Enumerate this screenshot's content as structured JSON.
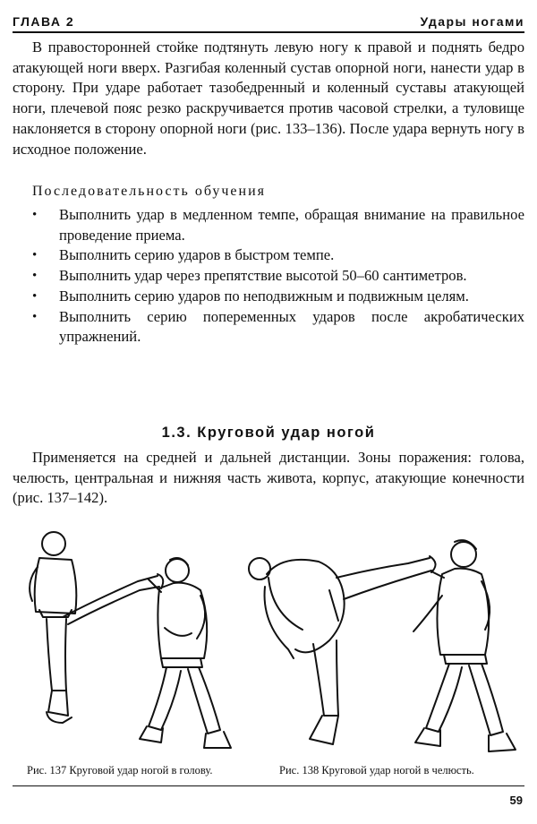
{
  "header": {
    "chapter": "ГЛАВА 2",
    "section": "Удары ногами"
  },
  "paragraphs": [
    "В правосторонней стойке подтянуть левую ногу к правой и поднять бедро атакующей ноги вверх. Разгибая коленный сустав опорной ноги, нанести удар в сторону. При ударе работает тазобедренный и коленный суставы атакующей ноги, плечевой пояс резко раскручивается против часовой стрелки, а туловище наклоняется в сторону опорной ноги (рис. 133–136). После удара вернуть ногу в исходное положение."
  ],
  "subheading": "Последовательность обучения",
  "bullet_symbol": "•",
  "bullets": [
    "Выполнить удар в медленном темпе, обращая внимание на правильное проведение приема.",
    "Выполнить серию ударов в быстром темпе.",
    "Выполнить удар через препятствие высотой 50–60 сантиметров.",
    "Выполнить серию ударов по неподвижным и подвижным целям.",
    "Выполнить серию попеременных ударов после акробатических упражнений."
  ],
  "section_title": "1.3. Круговой удар ногой",
  "section_paragraph": "Применяется на средней и дальней дистанции. Зоны поражения: голова, челюсть, центральная и нижняя часть живота, корпус, атакующие конечности (рис. 137–142).",
  "figures": [
    {
      "caption": "Рис. 137 Круговой удар ногой в голову."
    },
    {
      "caption": "Рис. 138 Круговой удар ногой в челюсть."
    }
  ],
  "page_number": "59"
}
